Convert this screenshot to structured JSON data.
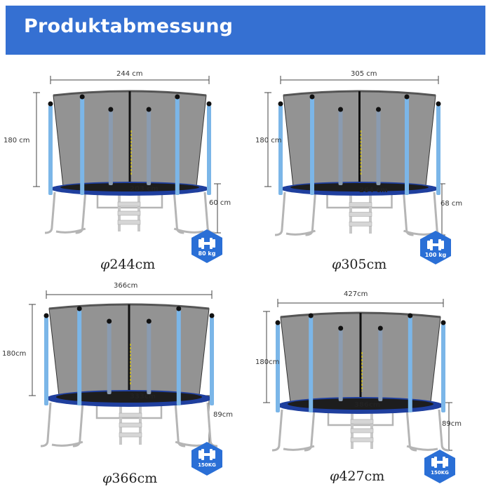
{
  "header": {
    "title": "Produktabmessung"
  },
  "products": [
    {
      "width_label": "244 cm",
      "height_label": "180 cm",
      "mat_label": "203 cm",
      "frame_height_label": "60 cm",
      "diameter_symbol": "φ",
      "diameter_value": "244cm",
      "max_load": "80 kg",
      "badge_icon": "dumbbell-icon"
    },
    {
      "width_label": "305 cm",
      "height_label": "180 cm",
      "mat_label": "264 cm",
      "frame_height_label": "68 cm",
      "diameter_symbol": "φ",
      "diameter_value": "305cm",
      "max_load": "100 kg",
      "badge_icon": "dumbbell-icon"
    },
    {
      "width_label": "366cm",
      "height_label": "180cm",
      "mat_label": "333cm",
      "frame_height_label": "89cm",
      "diameter_symbol": "φ",
      "diameter_value": "366cm",
      "max_load": "150KG",
      "badge_icon": "dumbbell-icon"
    },
    {
      "width_label": "427cm",
      "height_label": "180cm",
      "mat_label": "386cm",
      "frame_height_label": "89cm",
      "diameter_symbol": "φ",
      "diameter_value": "427cm",
      "max_load": "150KG",
      "badge_icon": "dumbbell-icon"
    }
  ],
  "colors": {
    "banner": "#3570d2",
    "mat_blue": "#1f3f9e",
    "pole": "#7bb6e8",
    "badge": "#2a6fd6",
    "frame": "#b5b5b5"
  }
}
